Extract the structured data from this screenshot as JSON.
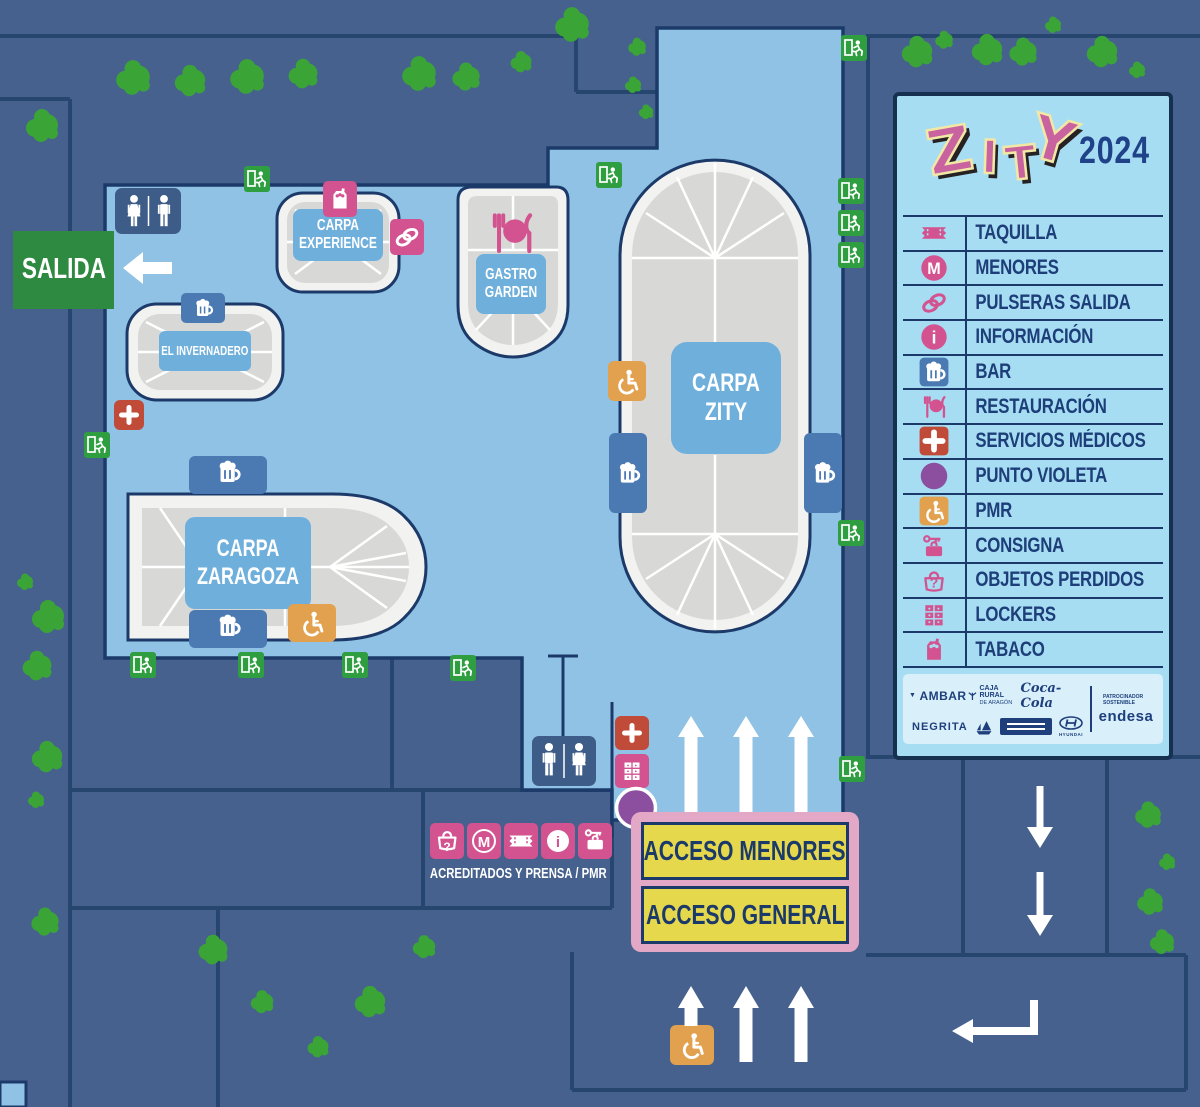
{
  "glyphs": {
    "menores": "M",
    "informacion": "i",
    "objetos_perdidos": "?"
  },
  "map": {
    "salida": "SALIDA",
    "venues": {
      "el_invernadero": "EL INVERNADERO",
      "carpa_experience": "CARPA EXPERIENCE",
      "gastro_garden": "GASTRO GARDEN",
      "carpa_zity": "CARPA ZITY",
      "carpa_zaragoza": "CARPA ZARAGOZA"
    },
    "labels": {
      "acreditados": "ACREDITADOS Y PRENSA / PMR",
      "acceso_menores": "ACCESO MENORES",
      "acceso_general": "ACCESO GENERAL"
    }
  },
  "legend": {
    "logo": {
      "letters": [
        "Z",
        "I",
        "T",
        "Y"
      ],
      "year": "2024"
    },
    "items": [
      {
        "icon": "taquilla-icon",
        "label": "TAQUILLA"
      },
      {
        "icon": "menores-icon",
        "label": "MENORES"
      },
      {
        "icon": "pulseras-salida-icon",
        "label": "PULSERAS SALIDA"
      },
      {
        "icon": "informacion-icon",
        "label": "INFORMACIÓN"
      },
      {
        "icon": "bar-icon",
        "label": "BAR"
      },
      {
        "icon": "restauracion-icon",
        "label": "RESTAURACIÓN"
      },
      {
        "icon": "servicios-medicos-icon",
        "label": "SERVICIOS MÉDICOS"
      },
      {
        "icon": "punto-violeta-icon",
        "label": "PUNTO VIOLETA"
      },
      {
        "icon": "pmr-icon",
        "label": "PMR"
      },
      {
        "icon": "consigna-icon",
        "label": "CONSIGNA"
      },
      {
        "icon": "objetos-perdidos-icon",
        "label": "OBJETOS PERDIDOS"
      },
      {
        "icon": "lockers-icon",
        "label": "LOCKERS"
      },
      {
        "icon": "tabaco-icon",
        "label": "TABACO"
      }
    ],
    "sponsors": {
      "ambar": "AMBAR",
      "caja_rural_line1": "CAJA RURAL",
      "caja_rural_line2": "DE ARAGÓN",
      "cocacola": "Coca-Cola",
      "negrita": "NEGRITA",
      "hyundai": "HYUNDAI",
      "patrocinador_line1": "PATROCINADOR",
      "patrocinador_line2": "SOSTENIBLE",
      "endesa": "endesa"
    }
  },
  "colors": {
    "background": "#46618E",
    "road": "#26456F",
    "venue_blue": "#8FC2E5",
    "outline_navy": "#1C3A69",
    "panel_blue": "#A6DDF3",
    "pink": "#D2538F",
    "exit_green": "#2F9E41",
    "salida_green": "#2F8A41",
    "tree_green": "#3BA437",
    "bar_blue": "#4B7AB3",
    "medical_red": "#C04B38",
    "pmr_orange": "#E2A14F",
    "violet": "#8C4F9F",
    "label_blue": "#6FAFDB",
    "acceso_yellow": "#E6D84C",
    "acceso_pink": "#E3A8C6",
    "logo_pink": "#C9639F",
    "logo_cream": "#F2E8A6",
    "navy_text": "#1F4288"
  }
}
